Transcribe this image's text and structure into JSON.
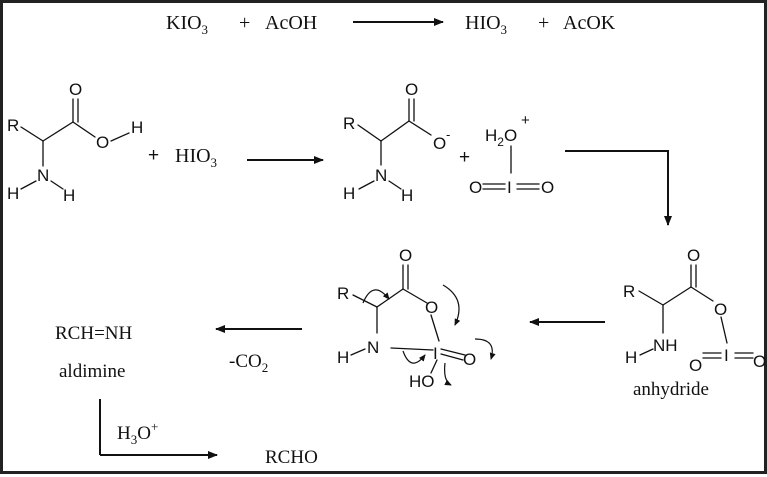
{
  "title_equation": {
    "reactant1": "KIO",
    "reactant1_sub": "3",
    "plus1": "+",
    "reactant2": "AcOH",
    "product1": "HIO",
    "product1_sub": "3",
    "plus2": "+",
    "product2": "AcOK"
  },
  "row2": {
    "aa_R": "R",
    "aa_O_carbonyl": "O",
    "aa_O_hydroxyl": "O",
    "aa_H_hydroxyl": "H",
    "aa_N": "N",
    "aa_H1": "H",
    "aa_H2": "H",
    "plus": "+",
    "hio3": "HIO",
    "hio3_sub": "3",
    "carboxylate_R": "R",
    "carboxylate_O_top": "O",
    "carboxylate_O_minus": "O",
    "carboxylate_charge": "-",
    "carboxylate_N": "N",
    "carboxylate_H1": "H",
    "carboxylate_H2": "H",
    "plus2": "+",
    "iodine_H2O": "H",
    "iodine_H2O_sub": "2",
    "iodine_H2O_O": "O",
    "iodine_charge": "+",
    "iodine_I": "I",
    "iodine_O_left": "O",
    "iodine_O_right": "O"
  },
  "row3": {
    "aldimine_formula": "RCH=NH",
    "aldimine_label": "aldimine",
    "decarbox": "-CO",
    "decarbox_sub": "2",
    "cyclic_R": "R",
    "cyclic_O_top": "O",
    "cyclic_O_ring": "O",
    "cyclic_N": "N",
    "cyclic_H": "H",
    "cyclic_I": "I",
    "cyclic_O_right": "O",
    "cyclic_HO": "HO",
    "anh_R": "R",
    "anh_O_top": "O",
    "anh_O_ester": "O",
    "anh_N": "NH",
    "anh_H": "H",
    "anh_I": "I",
    "anh_O_left": "O",
    "anh_O_right": "O",
    "anh_label": "anhydride"
  },
  "row4": {
    "hydronium": "H",
    "hydronium_sub": "3",
    "hydronium_O": "O",
    "hydronium_charge": "+",
    "product": "RCHO"
  }
}
